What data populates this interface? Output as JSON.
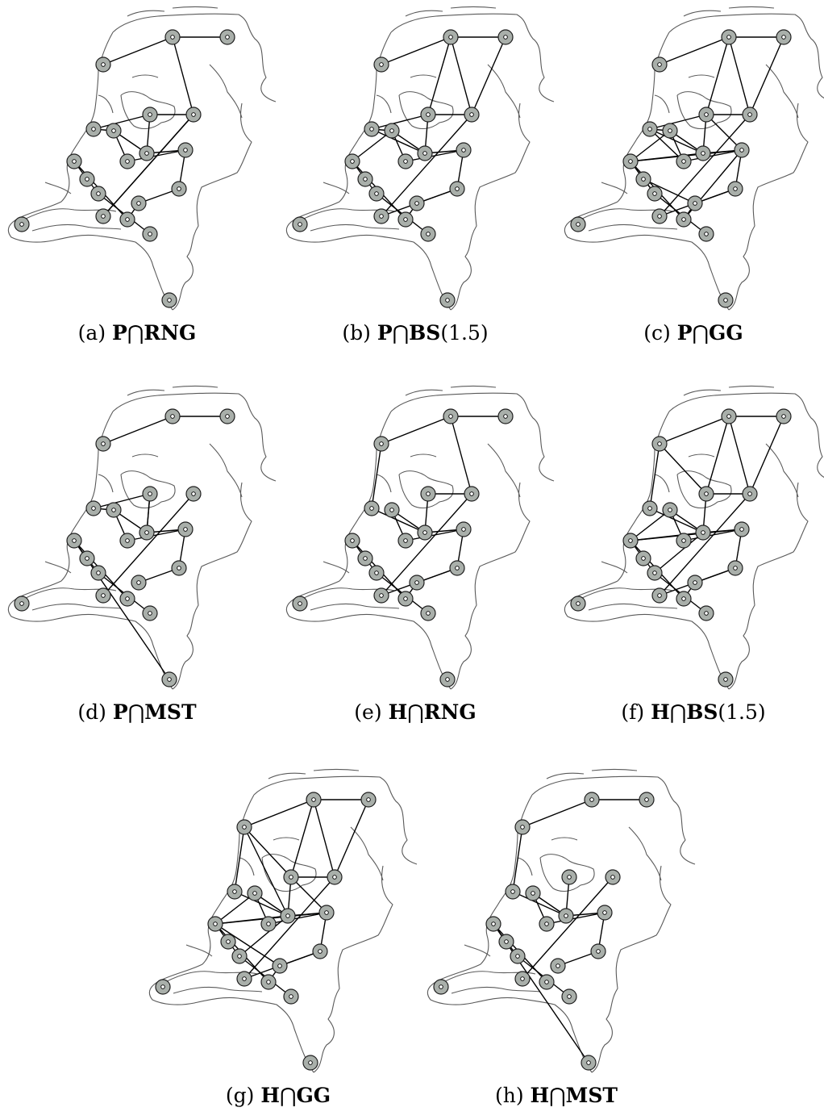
{
  "panels": [
    {
      "id": "a",
      "caption": {
        "letter": "(a)",
        "left": "P",
        "op": "⋂",
        "right": "RNG",
        "suffix": ""
      },
      "graph": "P",
      "edges": [
        [
          0,
          1
        ],
        [
          1,
          2
        ],
        [
          1,
          5
        ],
        [
          5,
          13
        ],
        [
          4,
          5
        ],
        [
          4,
          7
        ],
        [
          3,
          4
        ],
        [
          3,
          6
        ],
        [
          6,
          7
        ],
        [
          6,
          8
        ],
        [
          7,
          9
        ],
        [
          8,
          9
        ],
        [
          9,
          10
        ],
        [
          10,
          11
        ],
        [
          11,
          12
        ],
        [
          12,
          14
        ],
        [
          14,
          15
        ],
        [
          15,
          16
        ],
        [
          16,
          17
        ],
        [
          5,
          13
        ]
      ]
    },
    {
      "id": "b",
      "caption": {
        "letter": "(b)",
        "left": "P",
        "op": "⋂",
        "right": "BS",
        "suffix": "(1.5)"
      },
      "graph": "P",
      "edges": [
        [
          0,
          1
        ],
        [
          1,
          2
        ],
        [
          1,
          4
        ],
        [
          1,
          5
        ],
        [
          2,
          5
        ],
        [
          4,
          5
        ],
        [
          5,
          13
        ],
        [
          4,
          7
        ],
        [
          3,
          7
        ],
        [
          3,
          4
        ],
        [
          3,
          6
        ],
        [
          6,
          7
        ],
        [
          6,
          8
        ],
        [
          7,
          9
        ],
        [
          8,
          9
        ],
        [
          9,
          10
        ],
        [
          10,
          11
        ],
        [
          11,
          12
        ],
        [
          12,
          14
        ],
        [
          14,
          15
        ],
        [
          15,
          16
        ],
        [
          16,
          17
        ],
        [
          13,
          10
        ],
        [
          6,
          14
        ]
      ]
    },
    {
      "id": "c",
      "caption": {
        "letter": "(c)",
        "left": "P",
        "op": "⋂",
        "right": "GG",
        "suffix": ""
      },
      "graph": "P",
      "edges": [
        [
          0,
          1
        ],
        [
          1,
          2
        ],
        [
          1,
          4
        ],
        [
          1,
          5
        ],
        [
          2,
          5
        ],
        [
          4,
          5
        ],
        [
          5,
          13
        ],
        [
          4,
          7
        ],
        [
          3,
          7
        ],
        [
          3,
          4
        ],
        [
          3,
          6
        ],
        [
          6,
          7
        ],
        [
          6,
          8
        ],
        [
          7,
          9
        ],
        [
          8,
          9
        ],
        [
          9,
          10
        ],
        [
          10,
          11
        ],
        [
          11,
          12
        ],
        [
          12,
          14
        ],
        [
          14,
          15
        ],
        [
          15,
          16
        ],
        [
          16,
          17
        ],
        [
          13,
          10
        ],
        [
          7,
          14
        ],
        [
          6,
          14
        ],
        [
          9,
          12
        ],
        [
          4,
          9
        ],
        [
          9,
          14
        ],
        [
          3,
          8
        ],
        [
          14,
          16
        ],
        [
          11,
          15
        ]
      ]
    },
    {
      "id": "d",
      "caption": {
        "letter": "(d)",
        "left": "P",
        "op": "⋂",
        "right": "MST",
        "suffix": ""
      },
      "graph": "P",
      "edges": [
        [
          0,
          1
        ],
        [
          1,
          2
        ],
        [
          5,
          13
        ],
        [
          3,
          4
        ],
        [
          3,
          6
        ],
        [
          4,
          7
        ],
        [
          6,
          7
        ],
        [
          7,
          9
        ],
        [
          6,
          8
        ],
        [
          8,
          9
        ],
        [
          9,
          10
        ],
        [
          10,
          11
        ],
        [
          12,
          14
        ],
        [
          14,
          15
        ],
        [
          14,
          18
        ],
        [
          15,
          16
        ],
        [
          16,
          17
        ],
        [
          4,
          7
        ]
      ]
    },
    {
      "id": "e",
      "caption": {
        "letter": "(e)",
        "left": "H",
        "op": "⋂",
        "right": "RNG",
        "suffix": ""
      },
      "graph": "H",
      "edges": [
        [
          0,
          1
        ],
        [
          1,
          2
        ],
        [
          1,
          5
        ],
        [
          0,
          3
        ],
        [
          5,
          13
        ],
        [
          4,
          5
        ],
        [
          4,
          7
        ],
        [
          3,
          7
        ],
        [
          6,
          7
        ],
        [
          6,
          8
        ],
        [
          7,
          9
        ],
        [
          8,
          9
        ],
        [
          9,
          10
        ],
        [
          10,
          11
        ],
        [
          12,
          14
        ],
        [
          14,
          15
        ],
        [
          15,
          16
        ],
        [
          16,
          17
        ],
        [
          11,
          12
        ],
        [
          13,
          10
        ]
      ]
    },
    {
      "id": "f",
      "caption": {
        "letter": "(f)",
        "left": "H",
        "op": "⋂",
        "right": "BS",
        "suffix": "(1.5)"
      },
      "graph": "H",
      "edges": [
        [
          0,
          1
        ],
        [
          1,
          2
        ],
        [
          1,
          4
        ],
        [
          1,
          5
        ],
        [
          2,
          5
        ],
        [
          4,
          5
        ],
        [
          5,
          13
        ],
        [
          0,
          3
        ],
        [
          0,
          4
        ],
        [
          4,
          7
        ],
        [
          3,
          7
        ],
        [
          6,
          7
        ],
        [
          6,
          8
        ],
        [
          7,
          9
        ],
        [
          8,
          9
        ],
        [
          9,
          10
        ],
        [
          10,
          11
        ],
        [
          11,
          12
        ],
        [
          12,
          14
        ],
        [
          14,
          15
        ],
        [
          15,
          16
        ],
        [
          16,
          17
        ],
        [
          13,
          10
        ],
        [
          9,
          14
        ],
        [
          7,
          14
        ],
        [
          6,
          14
        ],
        [
          7,
          16
        ]
      ]
    },
    {
      "id": "g",
      "caption": {
        "letter": "(g)",
        "left": "H",
        "op": "⋂",
        "right": "GG",
        "suffix": ""
      },
      "graph": "H",
      "edges": [
        [
          0,
          1
        ],
        [
          1,
          2
        ],
        [
          1,
          4
        ],
        [
          1,
          5
        ],
        [
          2,
          5
        ],
        [
          4,
          5
        ],
        [
          5,
          13
        ],
        [
          0,
          3
        ],
        [
          0,
          4
        ],
        [
          0,
          7
        ],
        [
          4,
          7
        ],
        [
          3,
          7
        ],
        [
          6,
          7
        ],
        [
          6,
          8
        ],
        [
          7,
          9
        ],
        [
          8,
          9
        ],
        [
          9,
          10
        ],
        [
          10,
          11
        ],
        [
          11,
          12
        ],
        [
          12,
          14
        ],
        [
          14,
          15
        ],
        [
          15,
          16
        ],
        [
          16,
          17
        ],
        [
          13,
          10
        ],
        [
          9,
          14
        ],
        [
          7,
          14
        ],
        [
          6,
          14
        ],
        [
          7,
          16
        ],
        [
          4,
          9
        ],
        [
          11,
          14
        ]
      ]
    },
    {
      "id": "h",
      "caption": {
        "letter": "(h)",
        "left": "H",
        "op": "⋂",
        "right": "MST",
        "suffix": ""
      },
      "graph": "H",
      "edges": [
        [
          0,
          1
        ],
        [
          1,
          2
        ],
        [
          0,
          3
        ],
        [
          3,
          7
        ],
        [
          4,
          7
        ],
        [
          5,
          13
        ],
        [
          6,
          8
        ],
        [
          7,
          9
        ],
        [
          8,
          9
        ],
        [
          9,
          10
        ],
        [
          10,
          11
        ],
        [
          12,
          14
        ],
        [
          14,
          15
        ],
        [
          14,
          18
        ],
        [
          15,
          16
        ],
        [
          16,
          17
        ],
        [
          6,
          7
        ]
      ]
    }
  ]
}
